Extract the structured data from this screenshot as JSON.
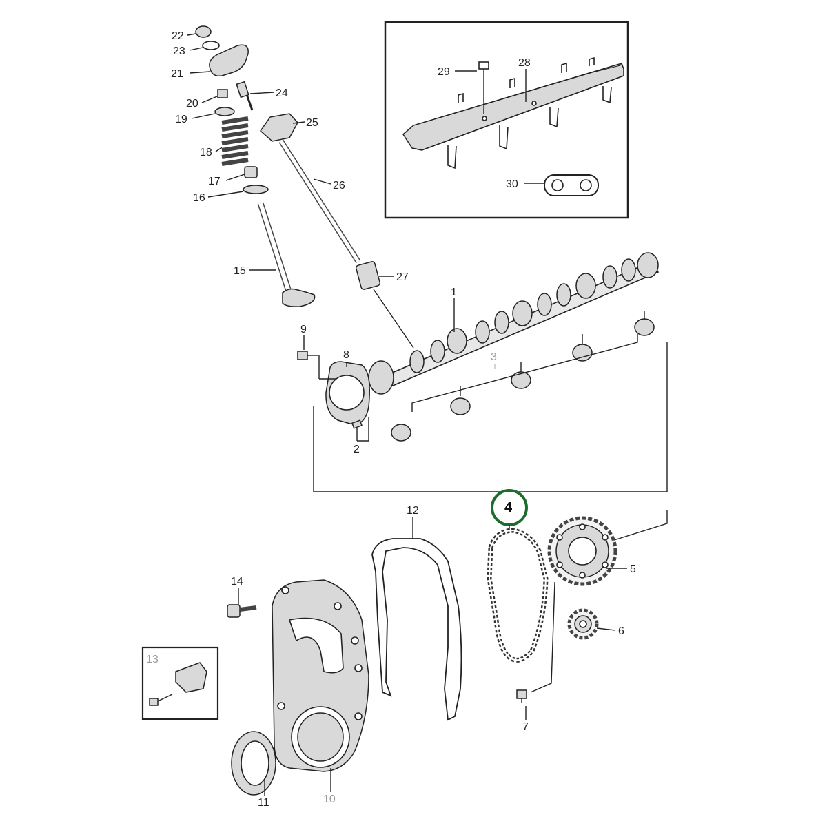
{
  "diagram": {
    "parts": [
      {
        "id": "1",
        "label": "1"
      },
      {
        "id": "2",
        "label": "2"
      },
      {
        "id": "3",
        "label": "3"
      },
      {
        "id": "4",
        "label": "4"
      },
      {
        "id": "5",
        "label": "5"
      },
      {
        "id": "6",
        "label": "6"
      },
      {
        "id": "7",
        "label": "7"
      },
      {
        "id": "8",
        "label": "8"
      },
      {
        "id": "9",
        "label": "9"
      },
      {
        "id": "10",
        "label": "10"
      },
      {
        "id": "11",
        "label": "11"
      },
      {
        "id": "12",
        "label": "12"
      },
      {
        "id": "13",
        "label": "13"
      },
      {
        "id": "14",
        "label": "14"
      },
      {
        "id": "15",
        "label": "15"
      },
      {
        "id": "16",
        "label": "16"
      },
      {
        "id": "17",
        "label": "17"
      },
      {
        "id": "18",
        "label": "18"
      },
      {
        "id": "19",
        "label": "19"
      },
      {
        "id": "20",
        "label": "20"
      },
      {
        "id": "21",
        "label": "21"
      },
      {
        "id": "22",
        "label": "22"
      },
      {
        "id": "23",
        "label": "23"
      },
      {
        "id": "24",
        "label": "24"
      },
      {
        "id": "25",
        "label": "25"
      },
      {
        "id": "26",
        "label": "26"
      },
      {
        "id": "27",
        "label": "27"
      },
      {
        "id": "28",
        "label": "28"
      },
      {
        "id": "29",
        "label": "29"
      },
      {
        "id": "30",
        "label": "30"
      }
    ],
    "highlighted_part": "4",
    "colors": {
      "highlight": "#1e6b2e",
      "line": "#222222",
      "muted_label": "#9a9a9a"
    }
  }
}
